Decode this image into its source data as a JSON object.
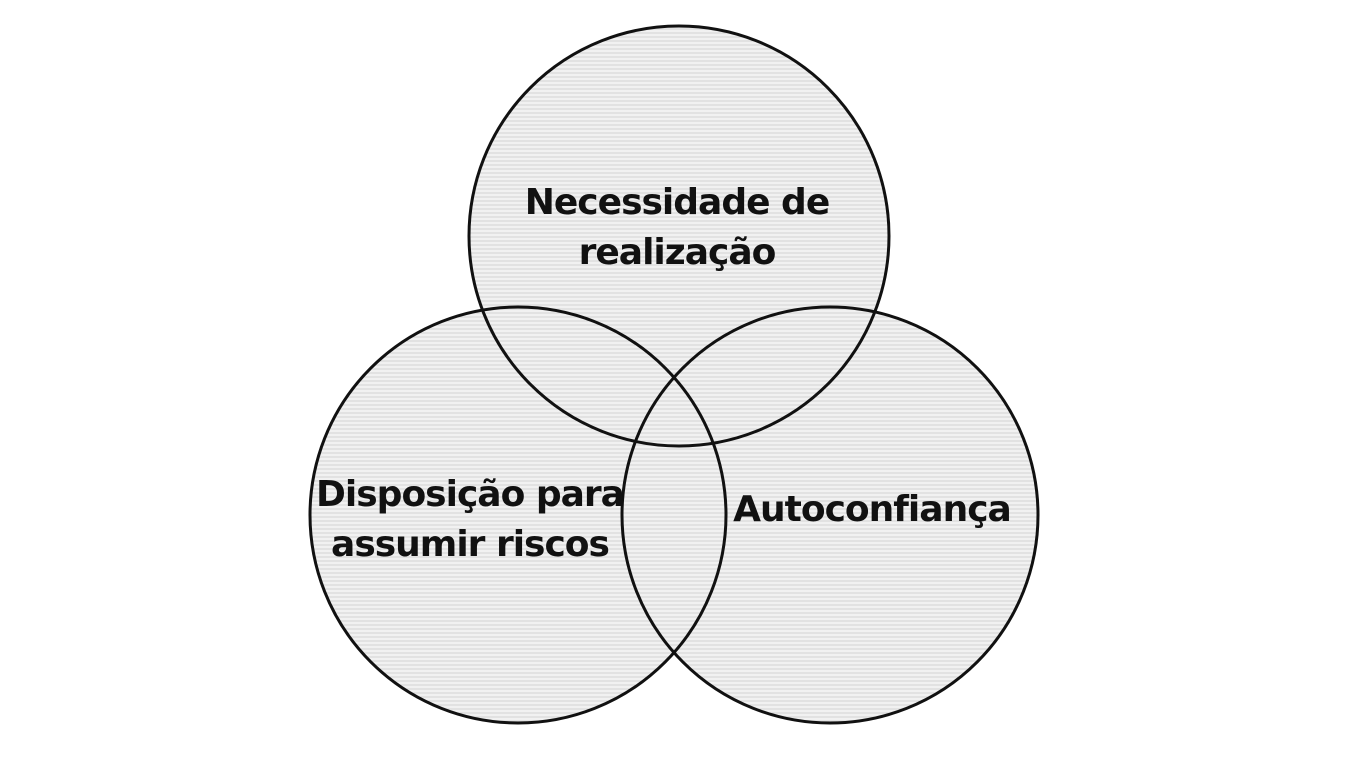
{
  "diagram": {
    "type": "venn",
    "circles": [
      {
        "id": "top",
        "label_lines": [
          "Necessidade de",
          "realização"
        ]
      },
      {
        "id": "left",
        "label_lines": [
          "Disposição para",
          "assumir riscos"
        ]
      },
      {
        "id": "right",
        "label_lines": [
          "Autoconfiança"
        ]
      }
    ],
    "colors": {
      "fill": "#ececec",
      "stroke": "#111111",
      "background": "#ffffff"
    }
  }
}
